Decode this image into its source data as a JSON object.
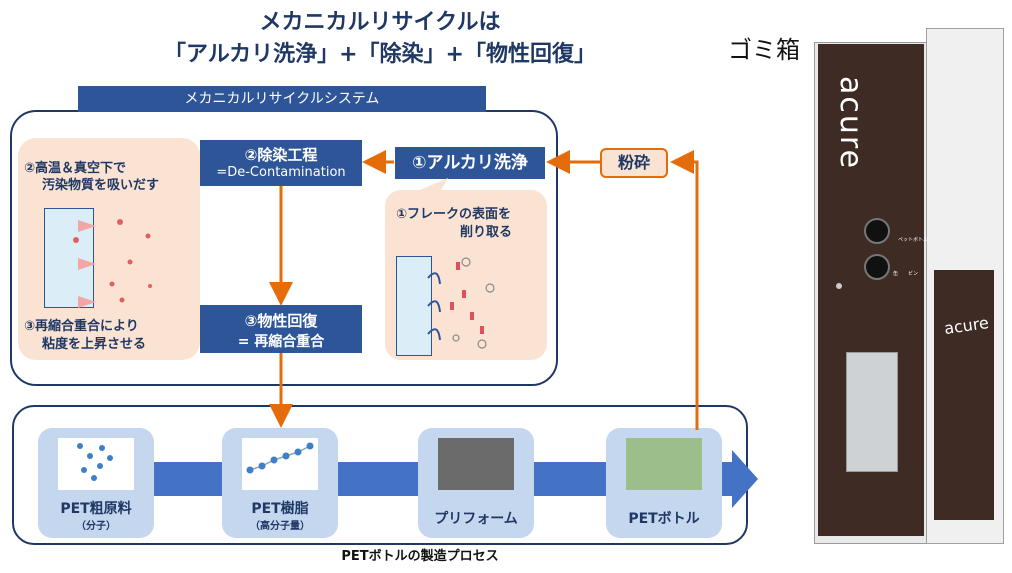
{
  "title": {
    "line1": "メカニカルリサイクルは",
    "line2": "「アルカリ洗浄」+「除染」+「物性回復」"
  },
  "gomi_label": "ゴミ箱",
  "system": {
    "label": "メカニカルリサイクルシステム"
  },
  "steps": {
    "decon": {
      "line1": "②除染工程",
      "line2": "=De-Contamination"
    },
    "alkali": {
      "label": "①アルカリ洗浄"
    },
    "recovery": {
      "line1": "③物性回復",
      "line2": "= 再縮合重合"
    },
    "crush": {
      "label": "粉砕"
    }
  },
  "notes": {
    "vacuum": {
      "line1": "②高温＆真空下で",
      "line2": "汚染物質を吸いだす"
    },
    "recondense": {
      "line1": "③再縮合重合により",
      "line2": "粘度を上昇させる"
    },
    "flake": {
      "line1": "①フレークの表面を",
      "line2": "削り取る"
    }
  },
  "process": {
    "caption": "PETボトルの製造プロセス",
    "tiles": [
      {
        "label": "PET粗原料",
        "sub": "（分子）"
      },
      {
        "label": "PET樹脂",
        "sub": "（高分子量）"
      },
      {
        "label": "プリフォーム",
        "sub": ""
      },
      {
        "label": "PETボトル",
        "sub": ""
      }
    ]
  },
  "bin": {
    "brand": "acure",
    "slot_labels": [
      "ペットボトル",
      "缶",
      "ビン"
    ]
  },
  "colors": {
    "navy": "#1f3864",
    "blue": "#2e5597",
    "orange": "#e46c0a",
    "peach": "#fbe3d3",
    "tile": "#c5d7ee",
    "bin": "#3d2b24"
  }
}
